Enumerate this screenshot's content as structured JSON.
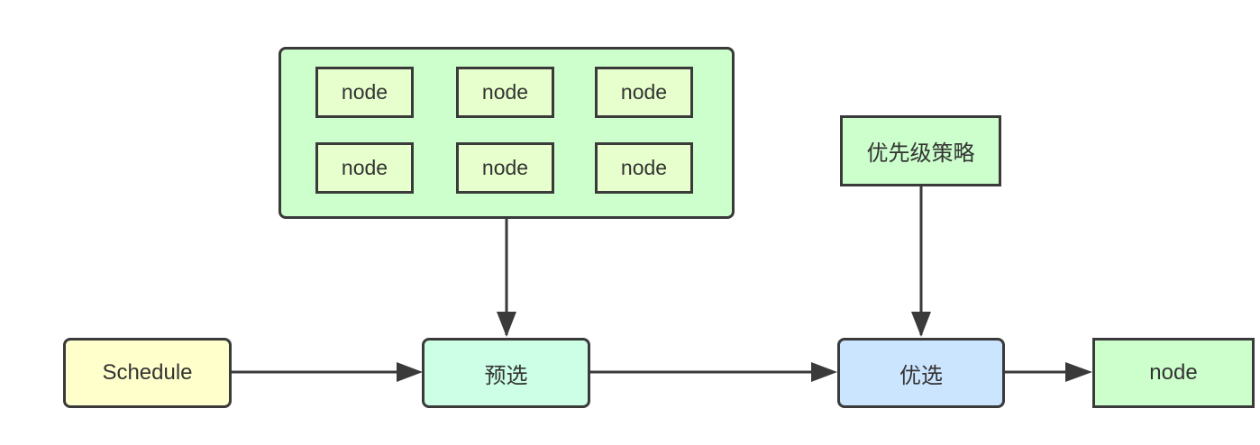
{
  "diagram": {
    "cluster": {
      "nodes": [
        "node",
        "node",
        "node",
        "node",
        "node",
        "node"
      ]
    },
    "policy": {
      "label": "优先级策略"
    },
    "schedule": {
      "label": "Schedule"
    },
    "prefilter": {
      "label": "预选"
    },
    "priority": {
      "label": "优选"
    },
    "result": {
      "label": "node"
    }
  },
  "colors": {
    "cluster_fill": "#ccffcc",
    "inner_node_fill": "#e6ffcc",
    "policy_fill": "#ccffcc",
    "schedule_fill": "#ffffcc",
    "prefilter_fill": "#ccffe6",
    "priority_fill": "#cce5ff",
    "result_fill": "#ccffcc",
    "stroke": "#3a3a3a"
  }
}
